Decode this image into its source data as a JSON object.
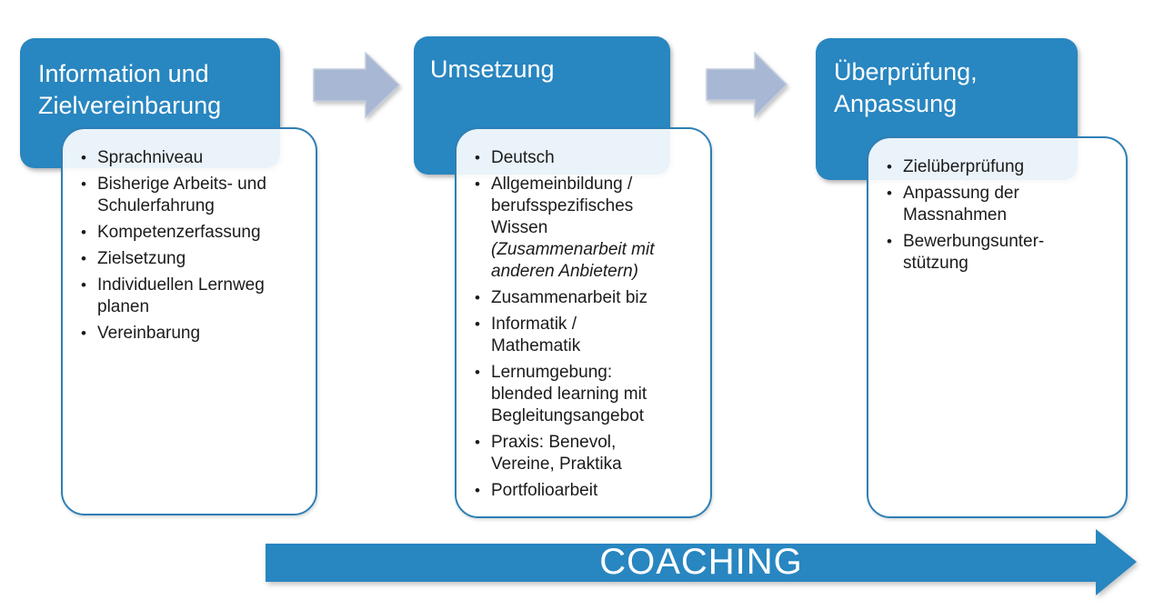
{
  "diagram": {
    "stages": [
      {
        "title": "Information und\nZielvereinbarung",
        "items": [
          {
            "text": "Sprachniveau"
          },
          {
            "text": "Bisherige Arbeits- und\nSchulerfahrung"
          },
          {
            "text": "Kompetenzerfassung"
          },
          {
            "text": "Zielsetzung"
          },
          {
            "text": "Individuellen Lernweg\nplanen"
          },
          {
            "text": "Vereinbarung"
          }
        ]
      },
      {
        "title": "Umsetzung",
        "items": [
          {
            "text": "Deutsch"
          },
          {
            "text": "Allgemeinbildung /\nberufsspezifisches\nWissen",
            "note": "(Zusammenarbeit mit\nanderen Anbietern)"
          },
          {
            "text": "Zusammenarbeit biz"
          },
          {
            "text": "Informatik /\nMathematik"
          },
          {
            "text": "Lernumgebung:\nblended learning mit\nBegleitungsangebot"
          },
          {
            "text": "Praxis: Benevol,\nVereine, Praktika"
          },
          {
            "text": "Portfolioarbeit"
          }
        ]
      },
      {
        "title": "Überprüfung,\nAnpassung",
        "items": [
          {
            "text": "Zielüberprüfung"
          },
          {
            "text": "Anpassung der\nMassnahmen"
          },
          {
            "text": "Bewerbungsunter-\nstützung"
          }
        ]
      }
    ],
    "coaching_label": "COACHING",
    "bullet_glyph": "•",
    "colors": {
      "stage_blue": "#2886c0",
      "panel_border": "#2e7fb5",
      "flow_arrow_fill": "#a8b7d3",
      "flow_arrow_stroke": "#c2cdde",
      "coaching_fill": "#2886c0",
      "text": "#1b1b1b"
    }
  }
}
